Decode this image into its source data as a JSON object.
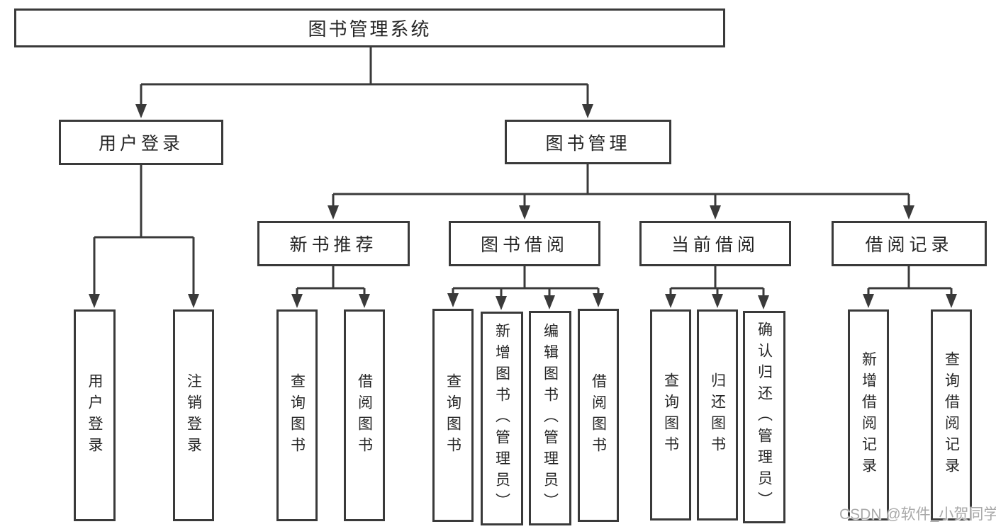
{
  "diagram": {
    "tree": {
      "label": "图书管理系统",
      "children": [
        {
          "label": "用户登录",
          "children": [
            {
              "label": "用户登录"
            },
            {
              "label": "注销登录"
            }
          ]
        },
        {
          "label": "图书管理",
          "children": [
            {
              "label": "新书推荐",
              "children": [
                {
                  "label": "查询图书"
                },
                {
                  "label": "借阅图书"
                }
              ]
            },
            {
              "label": "图书借阅",
              "children": [
                {
                  "label": "查询图书"
                },
                {
                  "label": "新增图书（管理员）"
                },
                {
                  "label": "编辑图书（管理员）"
                },
                {
                  "label": "借阅图书"
                }
              ]
            },
            {
              "label": "当前借阅",
              "children": [
                {
                  "label": "查询图书"
                },
                {
                  "label": "归还图书"
                },
                {
                  "label": "确认归还（管理员）"
                }
              ]
            },
            {
              "label": "借阅记录",
              "children": [
                {
                  "label": "新增借阅记录"
                },
                {
                  "label": "查询借阅记录"
                }
              ]
            }
          ]
        }
      ]
    },
    "watermark": {
      "text": "CSDN @软件_小贺同学"
    }
  },
  "colors": {
    "background": "#ffffff",
    "line": "#3a3a3a",
    "text": "#262626",
    "watermark": "#a9a9a9"
  }
}
